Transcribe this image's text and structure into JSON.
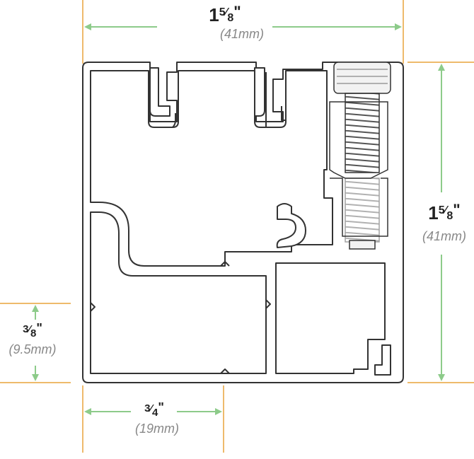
{
  "colors": {
    "extension_line": "#E8A33A",
    "arrow": "#8DCB8A",
    "profile_outline": "#333333",
    "main_text": "#222222",
    "sub_text": "#888888"
  },
  "dimensions": {
    "top_width": {
      "whole": "1",
      "numerator": "5",
      "denominator": "8",
      "unit_mark": "\"",
      "metric": "(41mm)"
    },
    "right_height": {
      "whole": "1",
      "numerator": "5",
      "denominator": "8",
      "unit_mark": "\"",
      "metric": "(41mm)"
    },
    "left_leg": {
      "numerator": "3",
      "denominator": "8",
      "unit_mark": "\"",
      "metric": "(9.5mm)"
    },
    "bottom_width": {
      "numerator": "3",
      "denominator": "4",
      "unit_mark": "\"",
      "metric": "(19mm)"
    }
  }
}
